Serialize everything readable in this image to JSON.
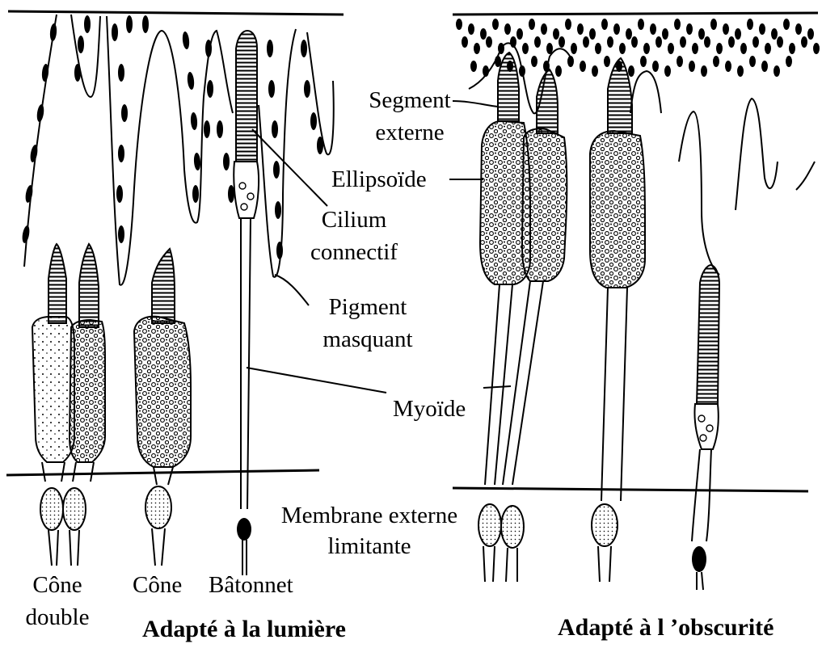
{
  "labels": {
    "segment_externe": [
      "Segment",
      "externe"
    ],
    "ellipsoide": "Ellipsoïde",
    "cilium_connectif": [
      "Cilium",
      "connectif"
    ],
    "pigment_masquant": [
      "Pigment",
      "masquant"
    ],
    "myoide": "Myoïde",
    "membrane": [
      "Membrane externe",
      "limitante"
    ],
    "cone_double": [
      "Cône",
      "double"
    ],
    "cone": "Cône",
    "batonnet": "Bâtonnet"
  },
  "titles": {
    "light": "Adapté à la lumière",
    "dark": "Adapté à l ’obscurité"
  },
  "colors": {
    "ink": "#000000",
    "paper": "#ffffff"
  }
}
